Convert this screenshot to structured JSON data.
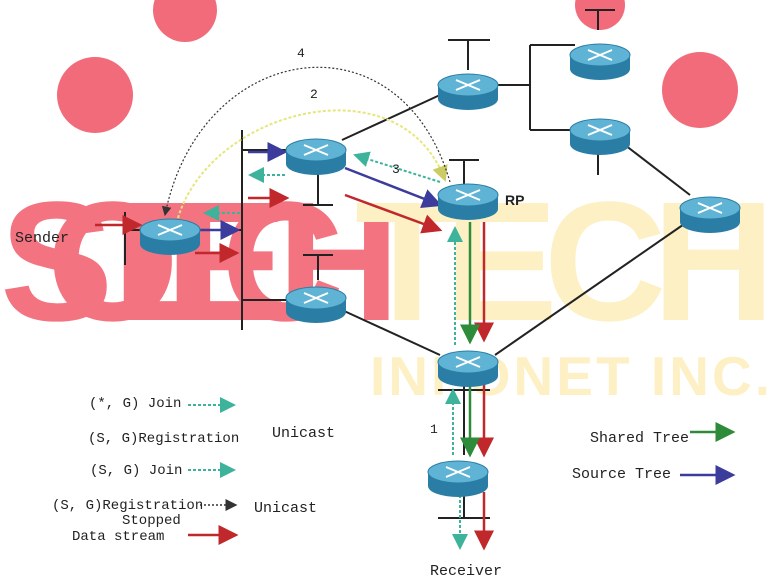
{
  "watermark": {
    "word1": "SOLTECH",
    "word2": "INFONET INC.",
    "color1": "#f15b6c",
    "color2": "#fdf3d0"
  },
  "labels": {
    "sender": "Sender",
    "receiver": "Receiver",
    "rp": "RP",
    "step1": "1",
    "step2": "2",
    "step3": "3",
    "step4": "4"
  },
  "legend": {
    "star_g_join": "(*, G) Join",
    "sg_registration": "(S, G)Registration",
    "unicast_1": "Unicast",
    "sg_join": "(S, G) Join",
    "sg_registration_stopped_1": "(S, G)Registration",
    "sg_registration_stopped_2": "Stopped",
    "unicast_2": "Unicast",
    "data_stream": "Data stream",
    "shared_tree": "Shared Tree",
    "source_tree": "Source Tree"
  },
  "colors": {
    "shared_tree": "#2e8b3a",
    "source_tree": "#3c3c9c",
    "data_stream": "#c0282c",
    "join": "#3cb39a",
    "registration": "#e8e890",
    "stopped": "#333333",
    "router_body": "#2a7ea6",
    "router_top": "#5fb3d5"
  }
}
